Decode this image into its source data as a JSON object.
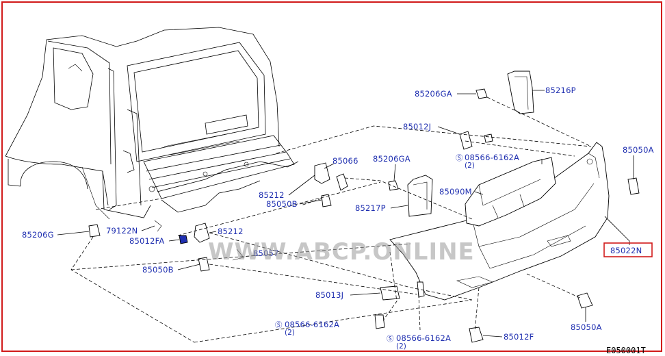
{
  "labels": {
    "p85206GA_top": "85206GA",
    "p85216P": "85216P",
    "p85012J": "85012J",
    "p85050A_top": "85050A",
    "p08566_top": "08566-6162A",
    "p08566_top_qty": "(2)",
    "p85066": "85066",
    "p85206GA_mid": "85206GA",
    "p85212_top": "85212",
    "p85050B_top": "85050B",
    "p85090M": "85090M",
    "p85217P": "85217P",
    "p85206G": "85206G",
    "p79122N": "79122N",
    "p85012FA": "85012FA",
    "p85212_bot": "85212",
    "p85057": "85057",
    "p85050B_bot": "85050B",
    "p85022N": "85022N",
    "p85013J": "85013J",
    "p08566_bot_left": "08566-6162A",
    "p08566_bot_left_qty": "(2)",
    "p08566_bot_mid": "08566-6162A",
    "p08566_bot_mid_qty": "(2)",
    "p85012F": "85012F",
    "p85050A_bot": "85050A"
  },
  "watermark": "WWW.ABCP.ONLINE",
  "diagram_code": "E050001T",
  "highlighted_part": "85022N",
  "colors": {
    "frame": "#d11a1a",
    "label": "#1f2fb0",
    "line": "#000000",
    "watermark": "#9a9a9a"
  }
}
